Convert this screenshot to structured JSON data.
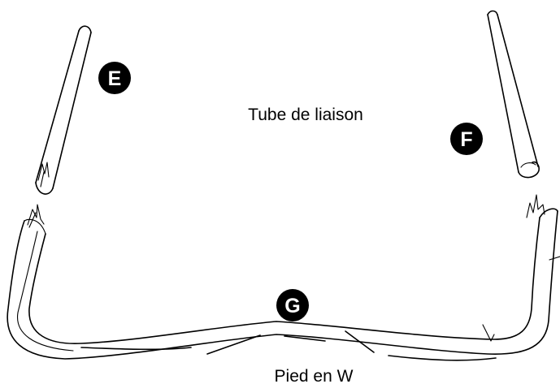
{
  "labels": {
    "tube": "Tube de liaison",
    "pied": "Pied en W"
  },
  "badges": {
    "e": "E",
    "f": "F",
    "g": "G"
  }
}
